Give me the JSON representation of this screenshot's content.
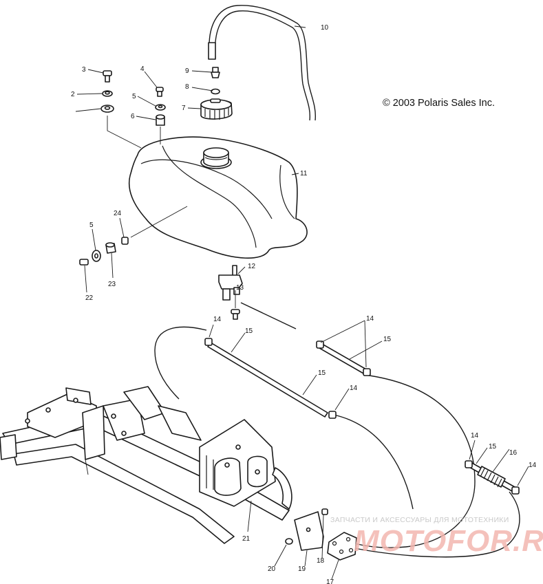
{
  "diagram": {
    "copyright": "© 2003 Polaris Sales Inc.",
    "watermark": {
      "tagline": "ЗАПЧАСТИ И АКСЕССУАРЫ ДЛЯ МОТОТЕХНИКИ",
      "logo": "MOTOFOR.RU"
    },
    "callouts": {
      "c1": "10",
      "c2": "3",
      "c3": "4",
      "c4": "9",
      "c5": "8",
      "c6": "2",
      "c7": "5",
      "c8": "7",
      "c9": "6",
      "c10": "11",
      "c11": "24",
      "c12": "5",
      "c13": "23",
      "c14": "22",
      "c15": "12",
      "c16": "13",
      "c17": "14",
      "c18": "15",
      "c19": "14",
      "c20": "15",
      "c21": "15",
      "c22": "14",
      "c23": "14",
      "c24": "15",
      "c25": "16",
      "c26": "14",
      "c27": "21",
      "c28": "20",
      "c29": "19",
      "c30": "18",
      "c31": "17"
    }
  }
}
